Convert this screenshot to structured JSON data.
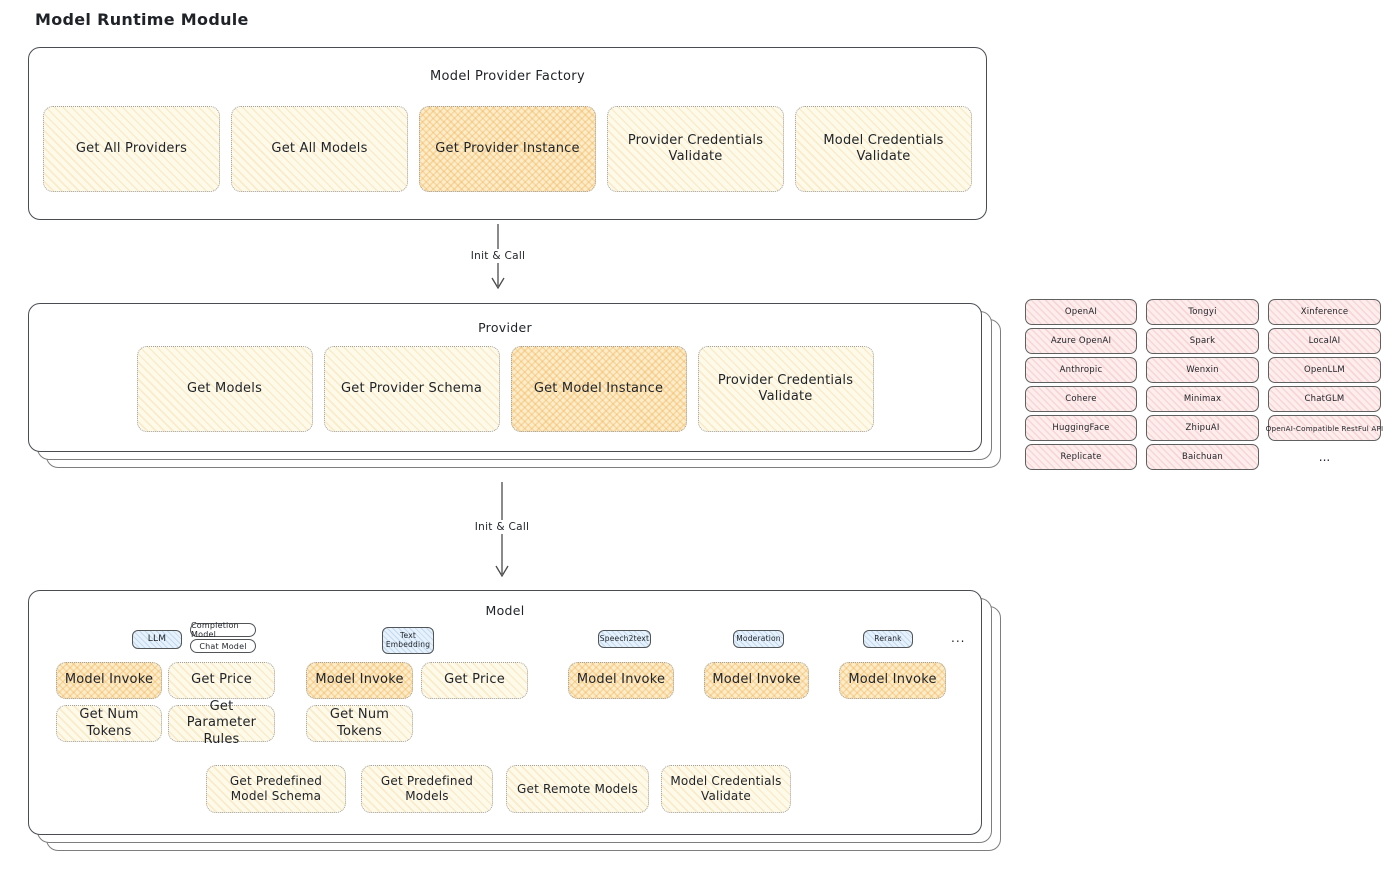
{
  "page": {
    "title": "Model Runtime Module"
  },
  "factory": {
    "title": "Model Provider Factory",
    "buttons": [
      {
        "label": "Get All Providers"
      },
      {
        "label": "Get All Models"
      },
      {
        "label": "Get Provider Instance"
      },
      {
        "label": "Provider Credentials Validate"
      },
      {
        "label": "Model Credentials Validate"
      }
    ]
  },
  "arrow1": {
    "label": "Init & Call"
  },
  "arrow2": {
    "label": "Init & Call"
  },
  "provider": {
    "title": "Provider",
    "buttons": [
      {
        "label": "Get Models"
      },
      {
        "label": "Get Provider Schema"
      },
      {
        "label": "Get Model Instance"
      },
      {
        "label": "Provider Credentials Validate"
      }
    ]
  },
  "providers_grid": {
    "items": [
      "OpenAI",
      "Azure OpenAI",
      "Anthropic",
      "Cohere",
      "HuggingFace",
      "Replicate",
      "Tongyi",
      "Spark",
      "Wenxin",
      "Minimax",
      "ZhipuAI",
      "Baichuan",
      "Xinference",
      "LocalAI",
      "OpenLLM",
      "ChatGLM",
      "OpenAI-Compatible RestFul API"
    ],
    "more": "..."
  },
  "model": {
    "title": "Model",
    "tags": {
      "llm": "LLM",
      "completion": "Completion Model",
      "chat": "Chat Model",
      "text_embedding": "Text Embedding",
      "speech2text": "Speech2text",
      "moderation": "Moderation",
      "rerank": "Rerank",
      "more": "..."
    },
    "buttons": {
      "model_invoke": "Model Invoke",
      "get_price": "Get Price",
      "get_num_tokens": "Get Num Tokens",
      "get_parameter_rules": "Get Parameter Rules"
    },
    "bottom_buttons": [
      {
        "label": "Get Predefined Model Schema"
      },
      {
        "label": "Get Predefined Models"
      },
      {
        "label": "Get Remote Models"
      },
      {
        "label": "Model Credentials Validate"
      }
    ]
  },
  "colors": {
    "yellow_fill": "#fefaea",
    "orange_fill": "#fcecc9",
    "blue_fill": "#e6f1fb",
    "pink_fill": "#fdeded",
    "stroke": "#494d52"
  }
}
